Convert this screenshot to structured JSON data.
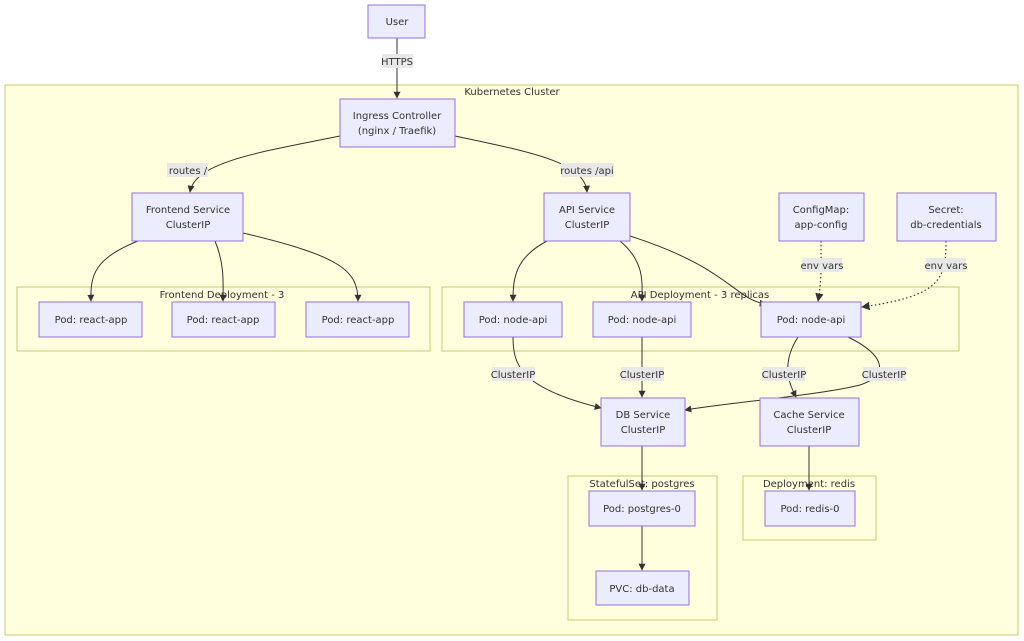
{
  "clusters": {
    "kubernetes": "Kubernetes Cluster",
    "frontend_deployment": "Frontend Deployment - 3",
    "api_deployment": "API Deployment - 3 replicas",
    "statefulset": "StatefulSet: postgres",
    "redis_deployment": "Deployment: redis"
  },
  "nodes": {
    "user": [
      "User"
    ],
    "ingress": [
      "Ingress Controller",
      "(nginx / Traefik)"
    ],
    "frontend_service": [
      "Frontend Service",
      "ClusterIP"
    ],
    "api_service": [
      "API Service",
      "ClusterIP"
    ],
    "configmap": [
      "ConfigMap:",
      "app-config"
    ],
    "secret": [
      "Secret:",
      "db-credentials"
    ],
    "react_pod_1": [
      "Pod: react-app"
    ],
    "react_pod_2": [
      "Pod: react-app"
    ],
    "react_pod_3": [
      "Pod: react-app"
    ],
    "api_pod_1": [
      "Pod: node-api"
    ],
    "api_pod_2": [
      "Pod: node-api"
    ],
    "api_pod_3": [
      "Pod: node-api"
    ],
    "db_service": [
      "DB Service",
      "ClusterIP"
    ],
    "cache_service": [
      "Cache Service",
      "ClusterIP"
    ],
    "postgres_pod": [
      "Pod: postgres-0"
    ],
    "pvc": [
      "PVC: db-data"
    ],
    "redis_pod": [
      "Pod: redis-0"
    ]
  },
  "edges": {
    "user_ingress": "HTTPS",
    "ingress_frontend": "routes /",
    "ingress_api": "routes /api",
    "configmap_pod": "env vars",
    "secret_pod": "env vars",
    "api_pod_1_db": "ClusterIP",
    "api_pod_2_db": "ClusterIP",
    "api_pod_3_cache": "ClusterIP",
    "api_pod_3_db": "ClusterIP"
  },
  "colors": {
    "node_fill": "#ececff",
    "node_stroke": "#9370db",
    "cluster_fill": "#ffffde",
    "cluster_stroke": "#c9c96a",
    "edge": "#333333",
    "label_bg": "#e8e8e8"
  }
}
